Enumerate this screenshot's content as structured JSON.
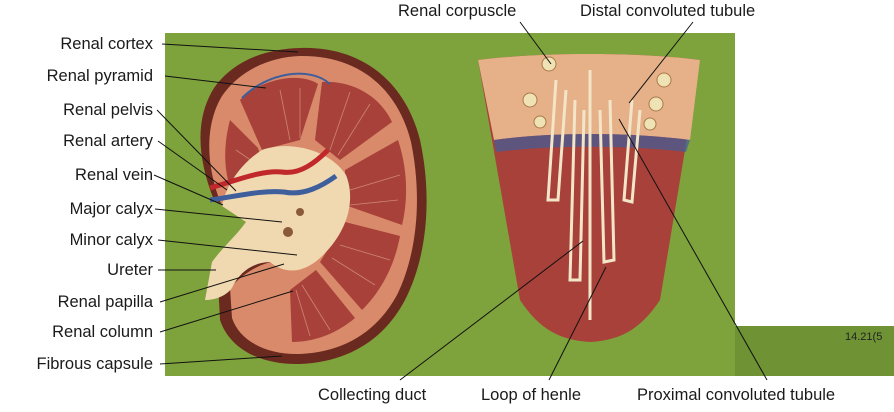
{
  "colors": {
    "board": "#7ea23c",
    "board_dark": "#6b8f31",
    "cortex": "#d98a6b",
    "medulla": "#a8413a",
    "pelvis": "#f0d9b0",
    "capsule": "#6b2a1f",
    "artery": "#c0282b",
    "vein": "#3f5e9c",
    "label_text": "#1a1a1a",
    "leader_line": "#111111"
  },
  "labels": {
    "renal_cortex": "Renal cortex",
    "renal_pyramid": "Renal pyramid",
    "renal_pelvis": "Renal pelvis",
    "renal_artery": "Renal artery",
    "renal_vein": "Renal vein",
    "major_calyx": "Major calyx",
    "minor_calyx": "Minor calyx",
    "ureter": "Ureter",
    "renal_papilla": "Renal papilla",
    "renal_column": "Renal column",
    "fibrous_capsule": "Fibrous capsule",
    "renal_corpuscle": "Renal corpuscle",
    "distal_convoluted_tubule": "Distal convoluted tubule",
    "collecting_duct": "Collecting duct",
    "loop_of_henle": "Loop of henle",
    "proximal_convoluted_tubule": "Proximal convoluted tubule"
  },
  "plate_number": "14.21(5"
}
